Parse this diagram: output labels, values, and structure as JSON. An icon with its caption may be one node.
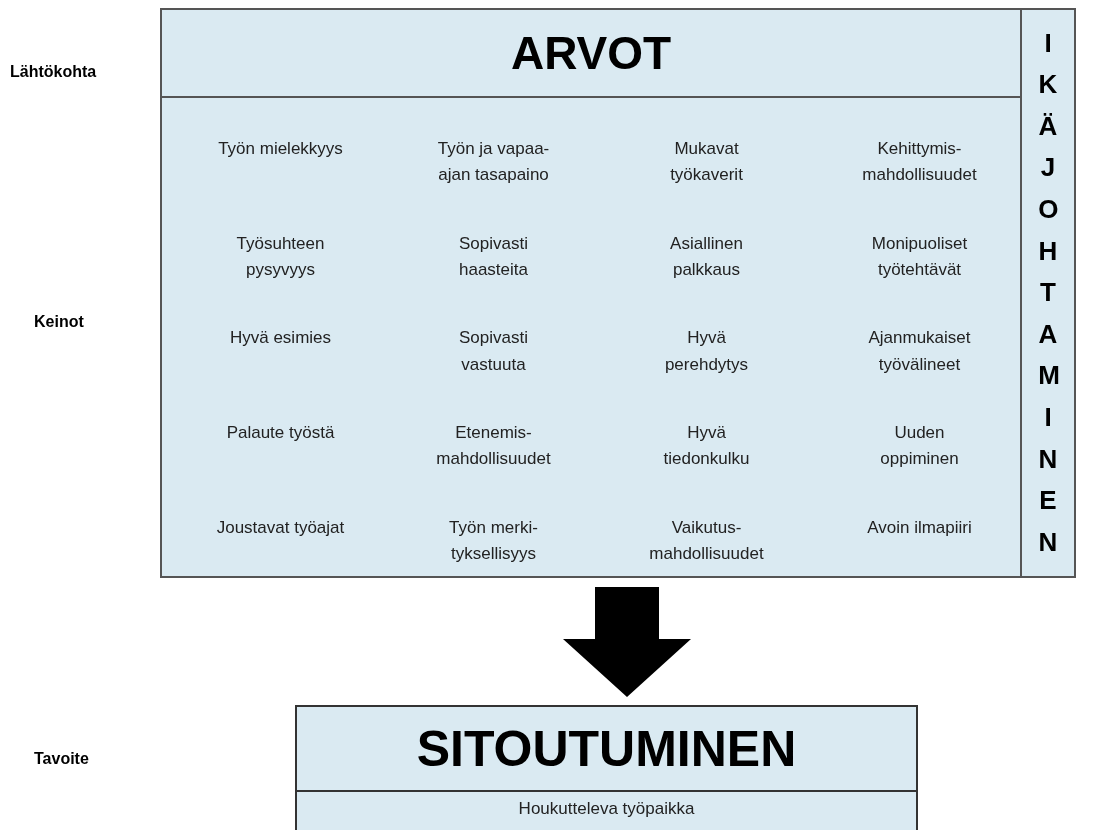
{
  "diagram": {
    "nodes": [
      {
        "text": [
          "ARVOT"
        ]
      },
      {
        "text": [
          "Työn mielekkyys",
          "Työn ja vapaa- ajan tasapaino",
          "Mukavat työkaverit",
          "Kehittymis- mahdollisuudet",
          "Työsuhteen pysyvyys",
          "Sopivasti haasteita",
          "Asiallinen palkkaus",
          "Monipuoliset työtehtävät",
          "Hyvä esimies",
          "Sopivasti vastuuta",
          "Hyvä perehdytys",
          "Ajanmukaiset työvälineet",
          "Palaute työstä",
          "Etenemis- mahdollisuudet",
          "Hyvä tiedonkulku",
          "Uuden oppiminen",
          "Joustavat työajat",
          "Työn merki- tyksellisyys",
          "Vaikutus- mahdollisuudet",
          "Avoin ilmapiiri"
        ]
      },
      {
        "text": [
          "IKÄJOHTAMINEN"
        ]
      },
      {
        "text": [
          "SITOUTUMINEN"
        ]
      },
      {
        "text": [
          "Houkutteleva työpaikka"
        ]
      }
    ],
    "edges": [
      {
        "from": 1,
        "to": 3,
        "arrow": "to",
        "style": "thick"
      }
    ],
    "labels": [
      "Lähtökohta",
      "Keinot",
      "Tavoite"
    ]
  }
}
